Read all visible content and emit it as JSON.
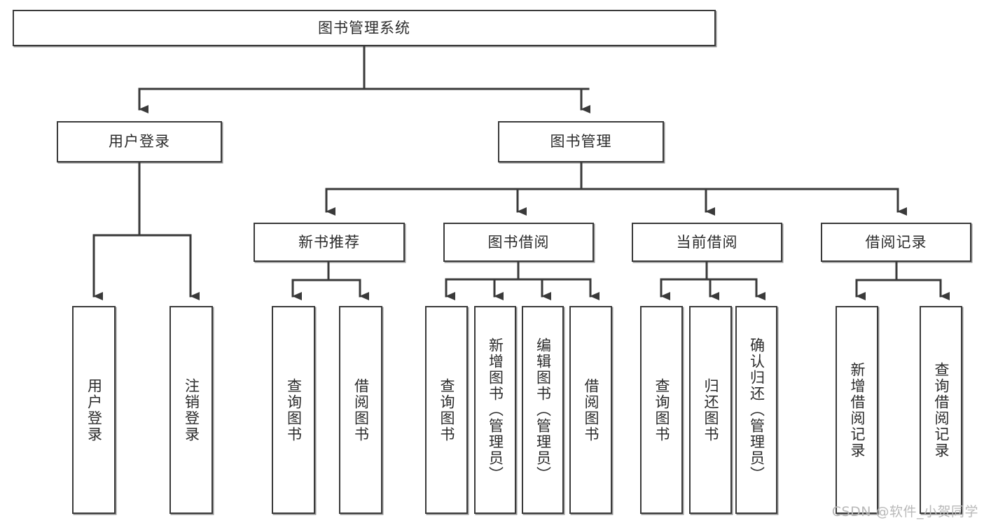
{
  "diagram": {
    "type": "tree-hierarchy",
    "title": "图书管理系统",
    "watermark": "CSDN @软件_小贺同学",
    "colors": {
      "line": "#3a3a3a",
      "box_border": "#3a3a3a",
      "box_fill": "#ffffff",
      "text": "#2b2b2b",
      "watermark": "#b9b9b9",
      "background": "#ffffff"
    },
    "levels": {
      "root": {
        "label": "图书管理系统"
      },
      "level2": [
        {
          "id": "user-login",
          "label": "用户登录"
        },
        {
          "id": "book-manage",
          "label": "图书管理"
        }
      ],
      "level3": [
        {
          "id": "new-book-rec",
          "label": "新书推荐",
          "parent": "book-manage"
        },
        {
          "id": "book-borrow",
          "label": "图书借阅",
          "parent": "book-manage"
        },
        {
          "id": "current-borrow",
          "label": "当前借阅",
          "parent": "book-manage"
        },
        {
          "id": "borrow-record",
          "label": "借阅记录",
          "parent": "book-manage"
        }
      ],
      "leaves": [
        {
          "id": "leaf-user-login",
          "label": "用户登录",
          "parent": "user-login"
        },
        {
          "id": "leaf-user-logout",
          "label": "注销登录",
          "parent": "user-login"
        },
        {
          "id": "leaf-query-book-1",
          "label": "查询图书",
          "parent": "new-book-rec"
        },
        {
          "id": "leaf-borrow-book-1",
          "label": "借阅图书",
          "parent": "new-book-rec"
        },
        {
          "id": "leaf-query-book-2",
          "label": "查询图书",
          "parent": "book-borrow"
        },
        {
          "id": "leaf-add-book",
          "label": "新增图书（管理员）",
          "parent": "book-borrow"
        },
        {
          "id": "leaf-edit-book",
          "label": "编辑图书（管理员）",
          "parent": "book-borrow"
        },
        {
          "id": "leaf-borrow-book-2",
          "label": "借阅图书",
          "parent": "book-borrow"
        },
        {
          "id": "leaf-query-book-3",
          "label": "查询图书",
          "parent": "current-borrow"
        },
        {
          "id": "leaf-return-book",
          "label": "归还图书",
          "parent": "current-borrow"
        },
        {
          "id": "leaf-confirm-return",
          "label": "确认归还（管理员）",
          "parent": "current-borrow"
        },
        {
          "id": "leaf-add-record",
          "label": "新增借阅记录",
          "parent": "borrow-record"
        },
        {
          "id": "leaf-query-record",
          "label": "查询借阅记录",
          "parent": "borrow-record"
        }
      ]
    }
  }
}
